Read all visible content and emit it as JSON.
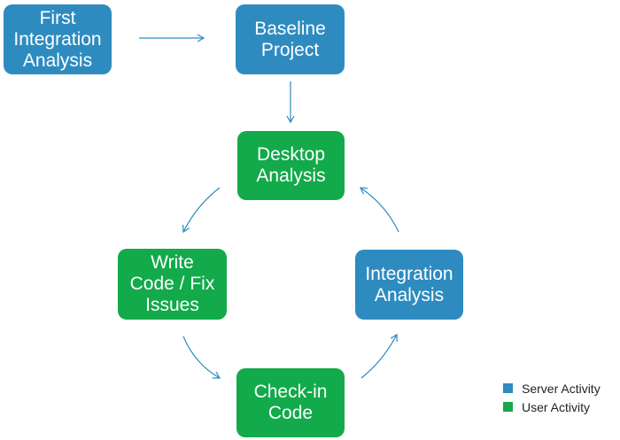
{
  "nodes": {
    "first_integration": "First\nIntegration\nAnalysis",
    "baseline": "Baseline\nProject",
    "desktop": "Desktop\nAnalysis",
    "write_code": "Write\nCode / Fix\nIssues",
    "integration": "Integration\nAnalysis",
    "checkin": "Check-in\nCode"
  },
  "legend": {
    "server": "Server Activity",
    "user": "User Activity"
  },
  "colors": {
    "server": "#2E8BC0",
    "user": "#12AA4A",
    "arrow": "#2E8BC0"
  }
}
